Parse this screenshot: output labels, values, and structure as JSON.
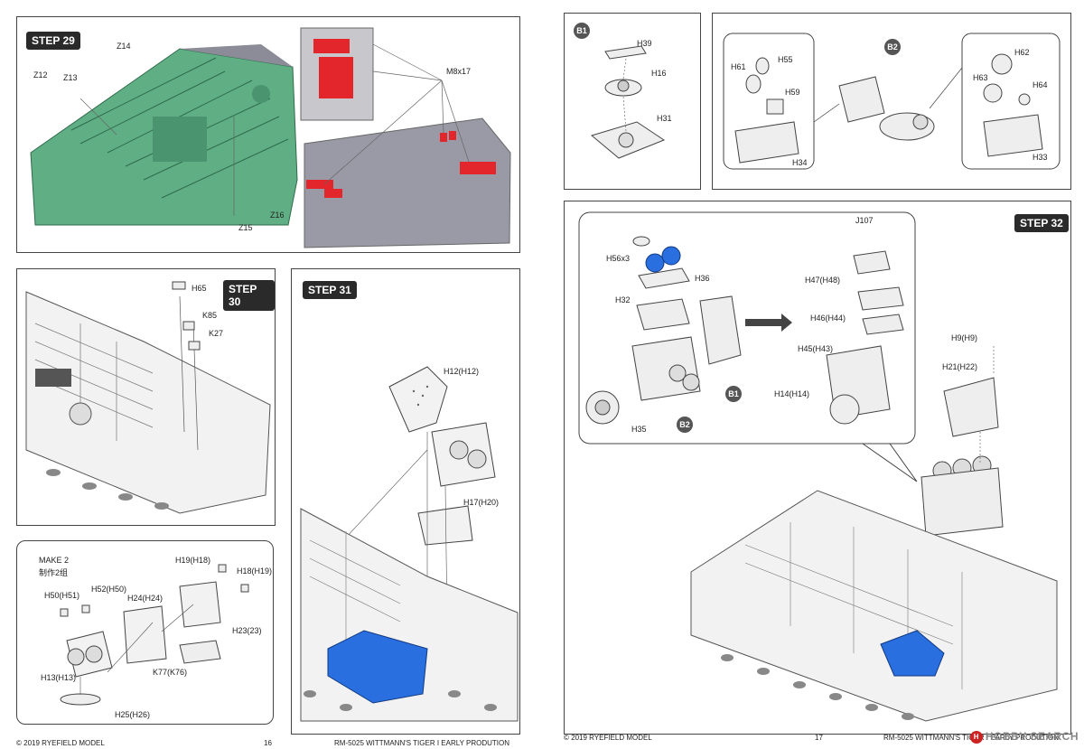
{
  "left_page": {
    "step29": {
      "tag": "STEP 29",
      "labels": [
        "Z14",
        "Z12",
        "Z13",
        "Z15",
        "Z16",
        "M8x17"
      ]
    },
    "step30": {
      "tag": "STEP 30",
      "labels": [
        "H65",
        "K85",
        "K27"
      ]
    },
    "step31": {
      "tag": "STEP 31",
      "labels": [
        "H12(H12)",
        "H17(H20)"
      ]
    },
    "make2": {
      "title": "MAKE 2",
      "subtitle": "制作2组",
      "labels": [
        "H19(H18)",
        "H18(H19)",
        "H50(H51)",
        "H52(H50)",
        "H24(H24)",
        "H23(23)",
        "H13(H13)",
        "K77(K76)",
        "H25(H26)"
      ]
    },
    "footer": {
      "copyright": "© 2019 RYEFIELD MODEL",
      "page_number": "16",
      "product": "RM-5025 WITTMANN'S TIGER I EARLY PRODUTION"
    }
  },
  "right_page": {
    "b1": {
      "badge": "B1",
      "labels": [
        "H39",
        "H16",
        "H31"
      ]
    },
    "b2": {
      "badge": "B2",
      "labels": [
        "H61",
        "H55",
        "H59",
        "H34",
        "H62",
        "H63",
        "H64",
        "H33"
      ]
    },
    "step32": {
      "tag": "STEP 32",
      "labels": [
        "H56x3",
        "H36",
        "H32",
        "H35",
        "J107",
        "H47(H48)",
        "H46(H44)",
        "H45(H43)",
        "H14(H14)",
        "H9(H9)",
        "H21(H22)"
      ],
      "badges": [
        "B1",
        "B2"
      ]
    },
    "footer": {
      "copyright": "© 2019 RYEFIELD MODEL",
      "page_number": "17",
      "product": "RM-5025 WITTMANN'S TIGER I EARLY PRODUTION"
    },
    "watermark": "HOBBY SEARCH"
  },
  "colors": {
    "green_part": "#5fae84",
    "red_part": "#e2262b",
    "blue_part": "#2a6fe0",
    "gray_render": "#9a9aa6",
    "panel_border": "#444444"
  }
}
